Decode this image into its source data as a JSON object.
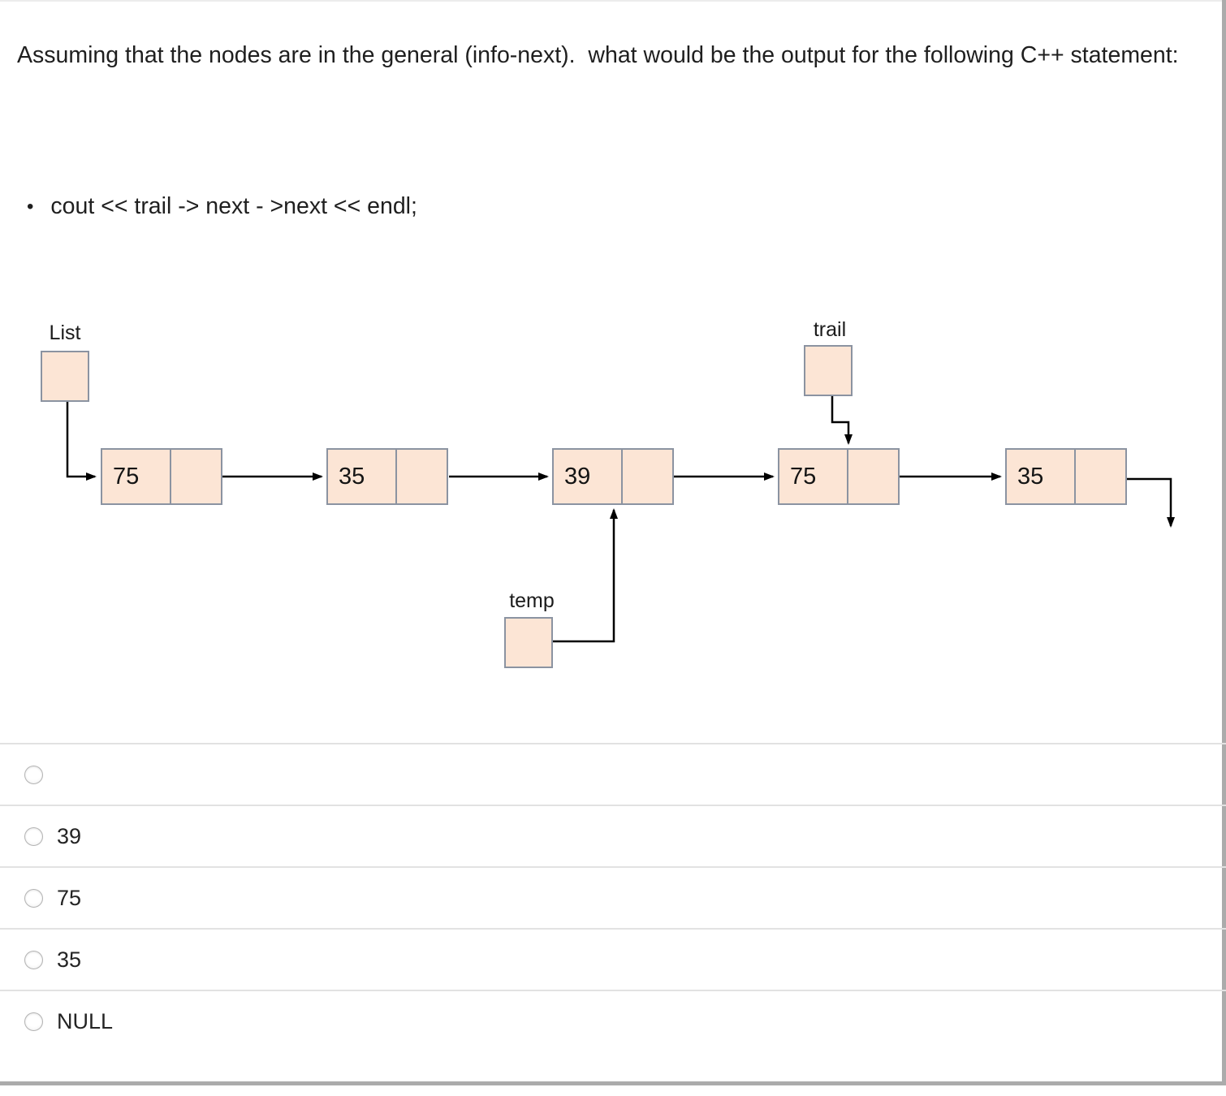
{
  "question": {
    "text": "Assuming that the nodes are in the general (info-next).  what would be the output for the following C++ statement:",
    "bullet_glyph": "•",
    "bullet_code": "cout << trail -> next - >next << endl;"
  },
  "diagram": {
    "pointers": [
      {
        "name": "List"
      },
      {
        "name": "trail"
      },
      {
        "name": "temp"
      }
    ],
    "nodes": [
      {
        "info": "75"
      },
      {
        "info": "35"
      },
      {
        "info": "39"
      },
      {
        "info": "75"
      },
      {
        "info": "35"
      }
    ],
    "colors": {
      "node_fill": "#fce5d5",
      "node_border": "#8b93a1",
      "arrow": "#000000"
    }
  },
  "options": [
    {
      "label": ""
    },
    {
      "label": "39"
    },
    {
      "label": "75"
    },
    {
      "label": "35"
    },
    {
      "label": "NULL"
    }
  ]
}
